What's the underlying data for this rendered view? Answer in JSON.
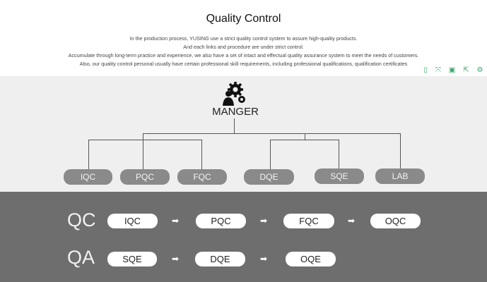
{
  "title": "Quality Control",
  "intro": [
    "In the production process, YUSING use a strict quality control system to assure high-quality products.",
    "And each links and procedure are under strict control.",
    "Accumulate through long-term practice and experience, we also have a set of intact and effectual quality assurance system to meet the needs of customers.",
    "Also, our quality control personal usually have certain professional skill requirements, including professional qualifications, qualification certificates"
  ],
  "toolbar": [
    "mobile-icon",
    "expand-icon",
    "save-icon",
    "share-icon",
    "settings-icon"
  ],
  "org": {
    "manager": "MANGER",
    "departments": [
      "IQC",
      "PQC",
      "FQC",
      "DQE",
      "SQE",
      "LAB"
    ]
  },
  "flow": {
    "qc": {
      "label": "QC",
      "steps": [
        "IQC",
        "PQC",
        "FQC",
        "OQC"
      ]
    },
    "qa": {
      "label": "QA",
      "steps": [
        "SQE",
        "DQE",
        "OQE"
      ]
    },
    "arrow": "➡"
  }
}
